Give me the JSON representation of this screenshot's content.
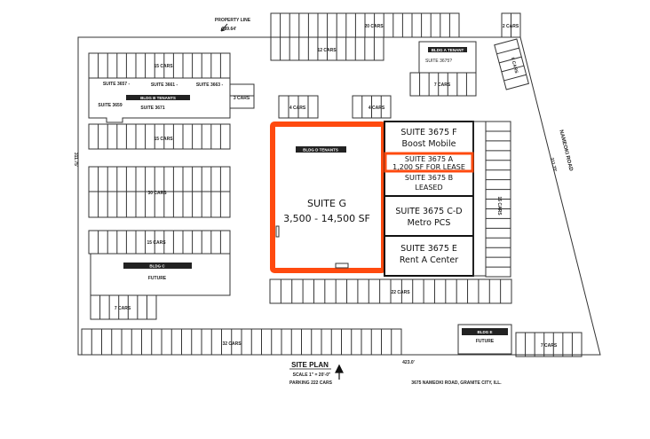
{
  "property_line_label": "PROPERTY LINE",
  "dimensions": {
    "top": "389.64'",
    "left": "311.75'",
    "right": "311.75'",
    "bottom": "423.0'"
  },
  "road": "NAMEOKI ROAD",
  "parking": {
    "top_20": "20 CARS",
    "top_12": "12 CARS",
    "top_2": "2 CARS",
    "angled_5": "5 CARS",
    "bldg_a_7": "7 CARS",
    "bldg_b_15": "15 CARS",
    "bldg_b_3": "3 CARS",
    "four_a": "4 CARS",
    "four_b": "4 CARS",
    "row_15": "15 CARS",
    "row_30": "30 CARS",
    "bldg_c_15": "15 CARS",
    "bldg_c_7": "7 CARS",
    "bottom_32": "32 CARS",
    "row_22": "22 CARS",
    "east_16": "16 CARS",
    "bldg_e_7": "7 CARS"
  },
  "bldg_a": {
    "label": "BLDG A TENANT",
    "suite": "SUITE 3675?"
  },
  "bldg_b": {
    "label": "BLDG B TENANTS",
    "suites": [
      "SUITE 3657 -",
      "SUITE 3661 -",
      "SUITE 3663 -",
      "SUITE 3659",
      "SUITE 3671"
    ]
  },
  "bldg_c": {
    "label": "BLDG C",
    "note": "FUTURE"
  },
  "bldg_d": {
    "label": "BLDG D TENANTS",
    "suite": "SUITE G",
    "size": "3,500 - 14,500 SF"
  },
  "bldg_e": {
    "label": "BLDG E",
    "note": "FUTURE"
  },
  "suites": [
    {
      "name": "SUITE 3675 F",
      "tenant": "Boost Mobile"
    },
    {
      "name": "SUITE 3675 A",
      "tenant": "1,200 SF FOR LEASE"
    },
    {
      "name": "SUITE 3675 B",
      "tenant": "LEASED"
    },
    {
      "name": "SUITE 3675 C-D",
      "tenant": "Metro PCS"
    },
    {
      "name": "SUITE 3675 E",
      "tenant": "Rent A Center"
    }
  ],
  "legend": {
    "title": "SITE PLAN",
    "scale": "SCALE  1\" = 20'-0\"",
    "parking": "PARKING 222 CARS"
  },
  "address": "3675 NAMEOKI ROAD, GRANITE CITY, ILL.",
  "colors": {
    "highlight": "#ff4a0f",
    "line": "#333333"
  }
}
